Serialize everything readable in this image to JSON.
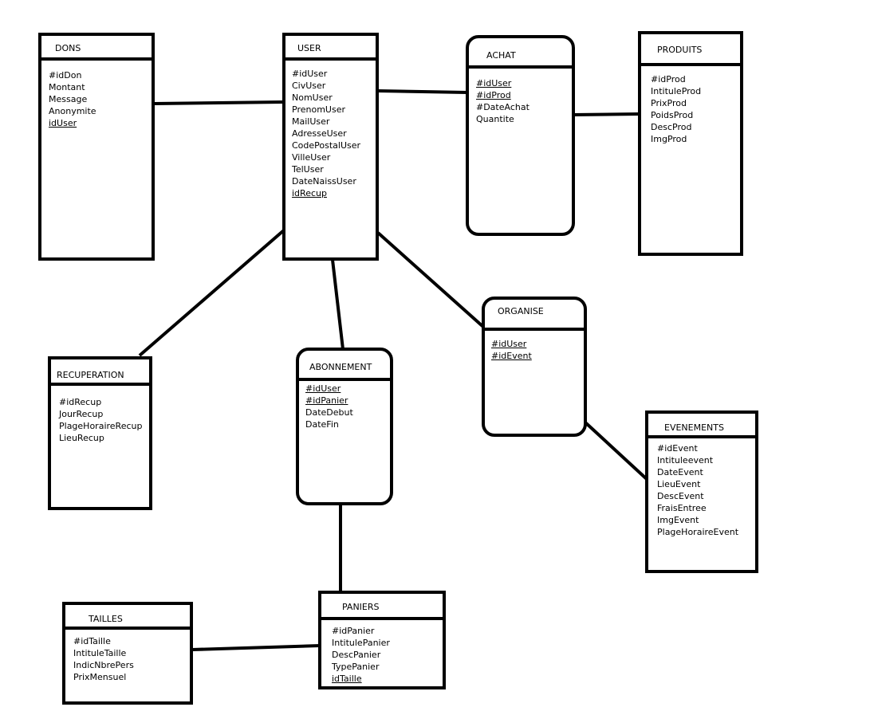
{
  "entities": {
    "dons": {
      "title": "DONS",
      "attrs": [
        {
          "t": "#idDon",
          "u": false
        },
        {
          "t": "Montant",
          "u": false
        },
        {
          "t": "Message",
          "u": false
        },
        {
          "t": "Anonymite",
          "u": false
        },
        {
          "t": "idUser",
          "u": true
        }
      ]
    },
    "user": {
      "title": "USER",
      "attrs": [
        {
          "t": "#idUser",
          "u": false
        },
        {
          "t": "CivUser",
          "u": false
        },
        {
          "t": "NomUser",
          "u": false
        },
        {
          "t": "PrenomUser",
          "u": false
        },
        {
          "t": "MailUser",
          "u": false
        },
        {
          "t": "AdresseUser",
          "u": false
        },
        {
          "t": "CodePostalUser",
          "u": false
        },
        {
          "t": "VilleUser",
          "u": false
        },
        {
          "t": "TelUser",
          "u": false
        },
        {
          "t": "DateNaissUser",
          "u": false
        },
        {
          "t": "idRecup",
          "u": true
        }
      ]
    },
    "achat": {
      "title": "ACHAT",
      "attrs": [
        {
          "t": "#idUser",
          "u": true
        },
        {
          "t": "#idProd",
          "u": true
        },
        {
          "t": "#DateAchat",
          "u": false
        },
        {
          "t": "Quantite",
          "u": false
        }
      ]
    },
    "produits": {
      "title": "PRODUITS",
      "attrs": [
        {
          "t": "#idProd",
          "u": false
        },
        {
          "t": "IntituleProd",
          "u": false
        },
        {
          "t": "PrixProd",
          "u": false
        },
        {
          "t": "PoidsProd",
          "u": false
        },
        {
          "t": "DescProd",
          "u": false
        },
        {
          "t": "ImgProd",
          "u": false
        }
      ]
    },
    "organise": {
      "title": "ORGANISE",
      "attrs": [
        {
          "t": "#idUser",
          "u": true
        },
        {
          "t": "#idEvent",
          "u": true
        }
      ]
    },
    "recuperation": {
      "title": "RECUPERATION",
      "attrs": [
        {
          "t": "#idRecup",
          "u": false
        },
        {
          "t": "JourRecup",
          "u": false
        },
        {
          "t": "PlageHoraireRecup",
          "u": false
        },
        {
          "t": "LieuRecup",
          "u": false
        }
      ]
    },
    "abonnement": {
      "title": "ABONNEMENT",
      "attrs": [
        {
          "t": "#idUser",
          "u": true
        },
        {
          "t": "#idPanier",
          "u": true
        },
        {
          "t": "DateDebut",
          "u": false
        },
        {
          "t": "DateFin",
          "u": false
        }
      ]
    },
    "evenements": {
      "title": "EVENEMENTS",
      "attrs": [
        {
          "t": "#idEvent",
          "u": false
        },
        {
          "t": "Intituleevent",
          "u": false
        },
        {
          "t": "DateEvent",
          "u": false
        },
        {
          "t": "LieuEvent",
          "u": false
        },
        {
          "t": "DescEvent",
          "u": false
        },
        {
          "t": "FraisEntree",
          "u": false
        },
        {
          "t": "ImgEvent",
          "u": false
        },
        {
          "t": "PlageHoraireEvent",
          "u": false
        }
      ]
    },
    "paniers": {
      "title": "PANIERS",
      "attrs": [
        {
          "t": "#idPanier",
          "u": false
        },
        {
          "t": "IntitulePanier",
          "u": false
        },
        {
          "t": "DescPanier",
          "u": false
        },
        {
          "t": "TypePanier",
          "u": false
        },
        {
          "t": "idTaille",
          "u": true
        }
      ]
    },
    "tailles": {
      "title": "TAILLES",
      "attrs": [
        {
          "t": "#idTaille",
          "u": false
        },
        {
          "t": "IntituleTaille",
          "u": false
        },
        {
          "t": "IndicNbrePers",
          "u": false
        },
        {
          "t": "PrixMensuel",
          "u": false
        }
      ]
    }
  },
  "relations": [
    {
      "from": "dons",
      "to": "user"
    },
    {
      "from": "user",
      "to": "achat"
    },
    {
      "from": "achat",
      "to": "produits"
    },
    {
      "from": "user",
      "to": "recuperation"
    },
    {
      "from": "user",
      "to": "abonnement"
    },
    {
      "from": "user",
      "to": "organise"
    },
    {
      "from": "organise",
      "to": "evenements"
    },
    {
      "from": "abonnement",
      "to": "paniers"
    },
    {
      "from": "paniers",
      "to": "tailles"
    }
  ]
}
